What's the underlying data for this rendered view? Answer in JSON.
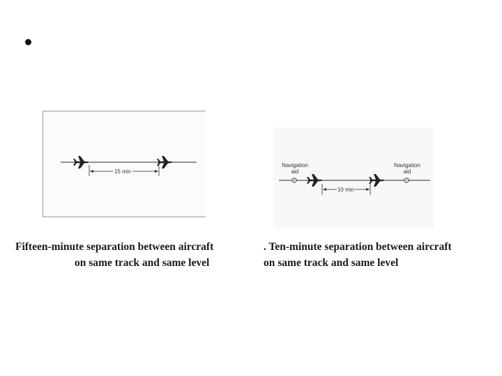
{
  "bullet": "•",
  "figure1": {
    "dim_label": "15 min",
    "caption_line1": "Fifteen-minute separation between aircraft",
    "caption_line2": "on same track and same level"
  },
  "figure2": {
    "nav_aid_left": [
      "Navigation",
      "aid"
    ],
    "nav_aid_right": [
      "Navigation",
      "aid"
    ],
    "dim_label": "10 min",
    "caption_prefix": ". ",
    "caption_line1": "Ten-minute separation between aircraft",
    "caption_line2": "on same track and same level"
  },
  "colors": {
    "line": "#2a2a2a",
    "aircraft": "#222222"
  }
}
